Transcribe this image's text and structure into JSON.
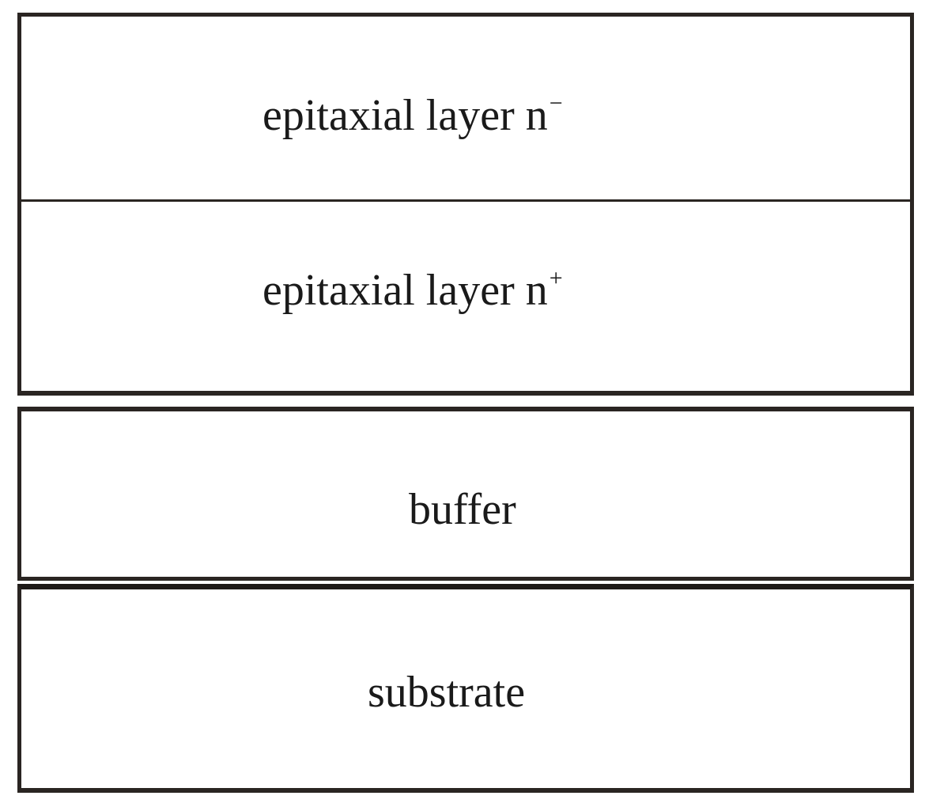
{
  "diagram": {
    "layers": [
      {
        "label": "epitaxial layer n",
        "superscript": "−"
      },
      {
        "label": "epitaxial layer n",
        "superscript": "+"
      },
      {
        "label": "buffer",
        "superscript": ""
      },
      {
        "label": "substrate",
        "superscript": ""
      }
    ]
  },
  "colors": {
    "outline": "#2a2522",
    "background": "#ffffff",
    "text": "#1a1a1a"
  }
}
